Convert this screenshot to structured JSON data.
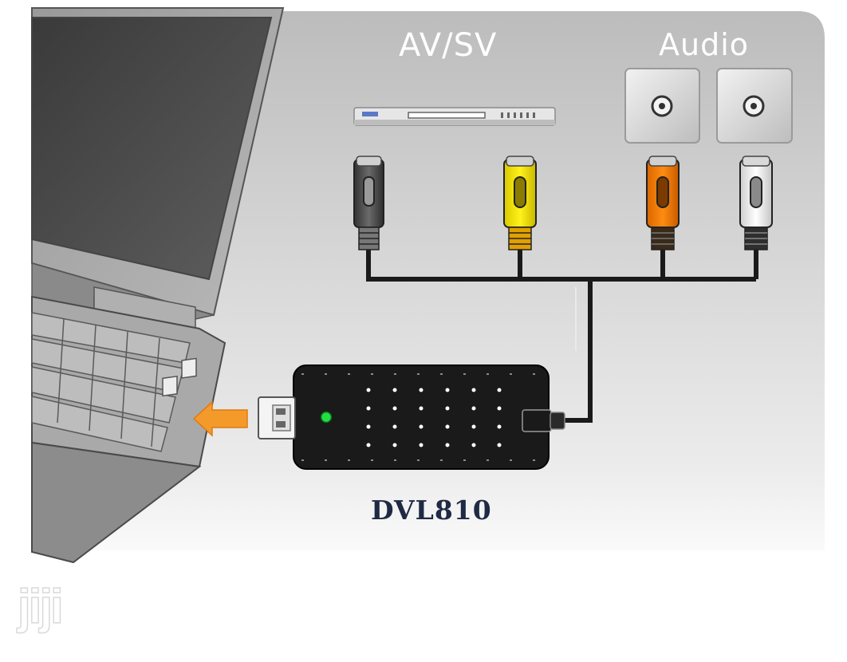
{
  "labels": {
    "av_sv": "AV/SV",
    "audio": "Audio",
    "model": "DVL810"
  },
  "watermark": "jiji",
  "colors": {
    "background_panel": "#cfcfcf",
    "svideo_plug": "#4a4a4a",
    "video_plug": "#f2e200",
    "audio_left_plug": "#f07a00",
    "audio_right_plug": "#f2f2f2",
    "usb_arrow": "#f39a2b",
    "led": "#22dd44",
    "device_body": "#1a1a1a"
  },
  "icons": [
    "laptop-icon",
    "dvd-player-icon",
    "speaker-icon",
    "usb-arrow-icon",
    "usb-plug-icon",
    "led-icon"
  ]
}
